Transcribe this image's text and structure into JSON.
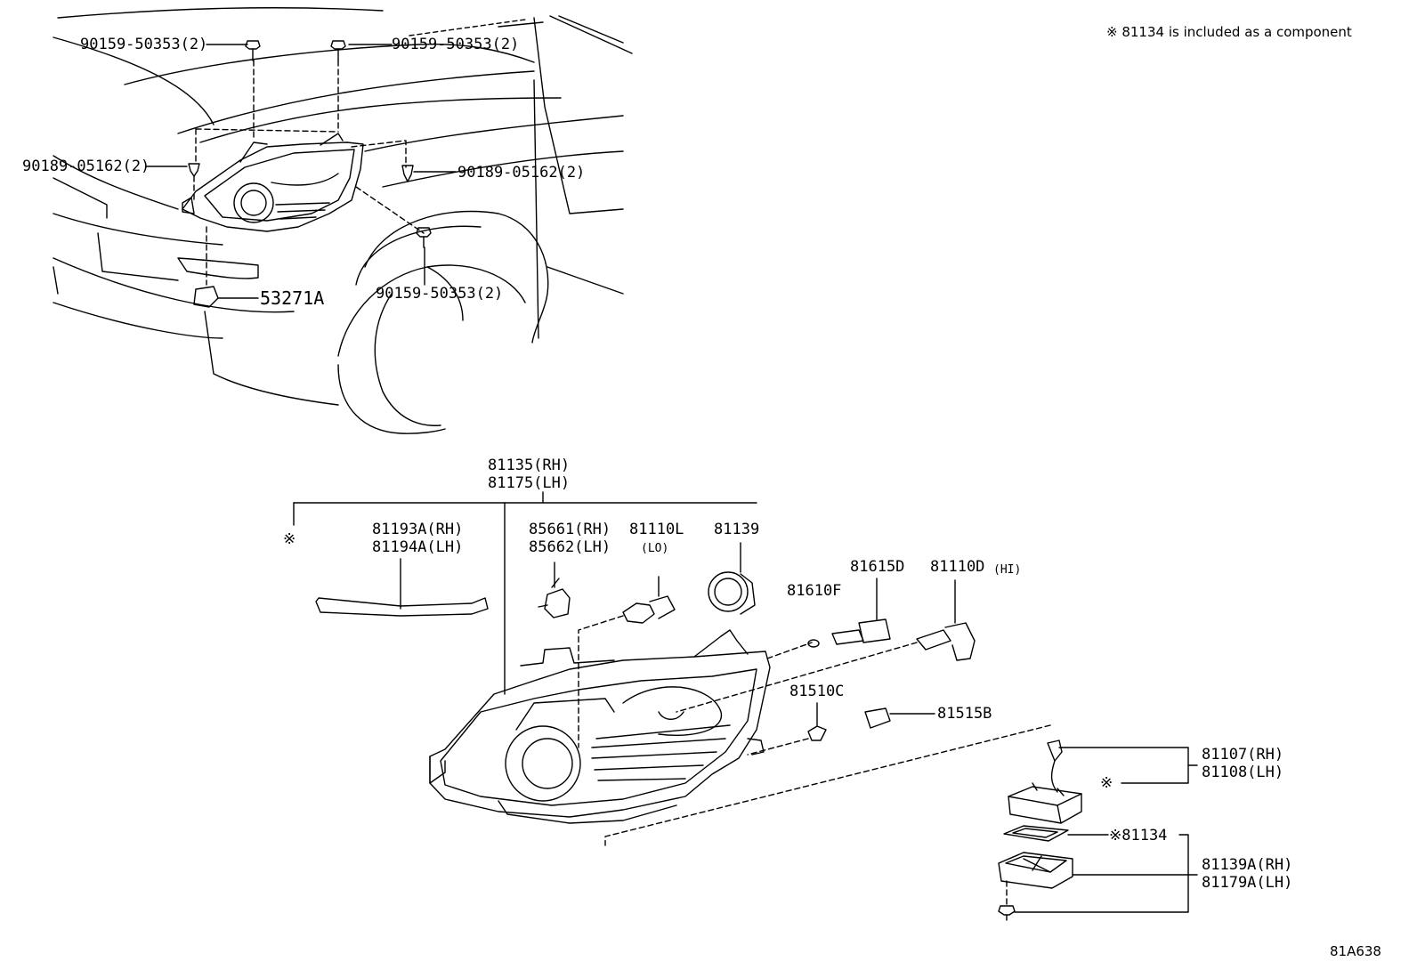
{
  "note": "※ 81134 is included as a component",
  "figure_code": "81A638",
  "callouts": {
    "bolt_top_left": "90159-50353(2)",
    "bolt_top_right": "90159-50353(2)",
    "clip_left": "90189-05162(2)",
    "clip_right": "90189-05162(2)",
    "bolt_bottom": "90159-50353(2)",
    "bracket": "53271A",
    "assy_rh": "81135(RH)",
    "assy_lh": "81175(LH)",
    "note_mark": "※",
    "trim_rh": "81193A(RH)",
    "trim_lh": "81194A(LH)",
    "lev_rh": "85661(RH)",
    "lev_lh": "85662(LH)",
    "bulb_lo": "81110L",
    "bulb_lo_sub": "(LO)",
    "cap": "81139",
    "socket": "81615D",
    "bulb_hi": "81110D",
    "bulb_hi_sub": "(HI)",
    "bulb_small": "81610F",
    "bulb_wedge": "81510C",
    "socket_b": "81515B",
    "ballast_rh": "81107(RH)",
    "ballast_lh": "81108(LH)",
    "ballast_mark": "※",
    "gasket": "※81134",
    "cover_rh": "81139A(RH)",
    "cover_lh": "81179A(LH)"
  }
}
